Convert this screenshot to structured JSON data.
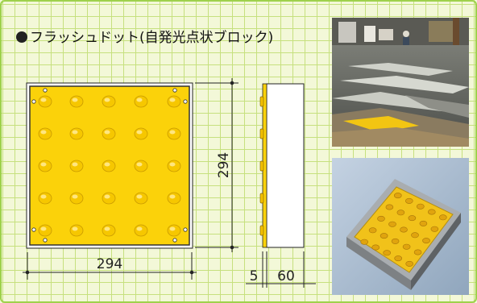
{
  "heading": {
    "title": "フラッシュドット(自発光点状ブロック)"
  },
  "dimensions": {
    "width": "294",
    "height": "294",
    "offset": "5",
    "thickness": "60"
  },
  "colors": {
    "block": "#fbd20a",
    "grid": "#c6e07e",
    "frame": "#9ed14c"
  }
}
